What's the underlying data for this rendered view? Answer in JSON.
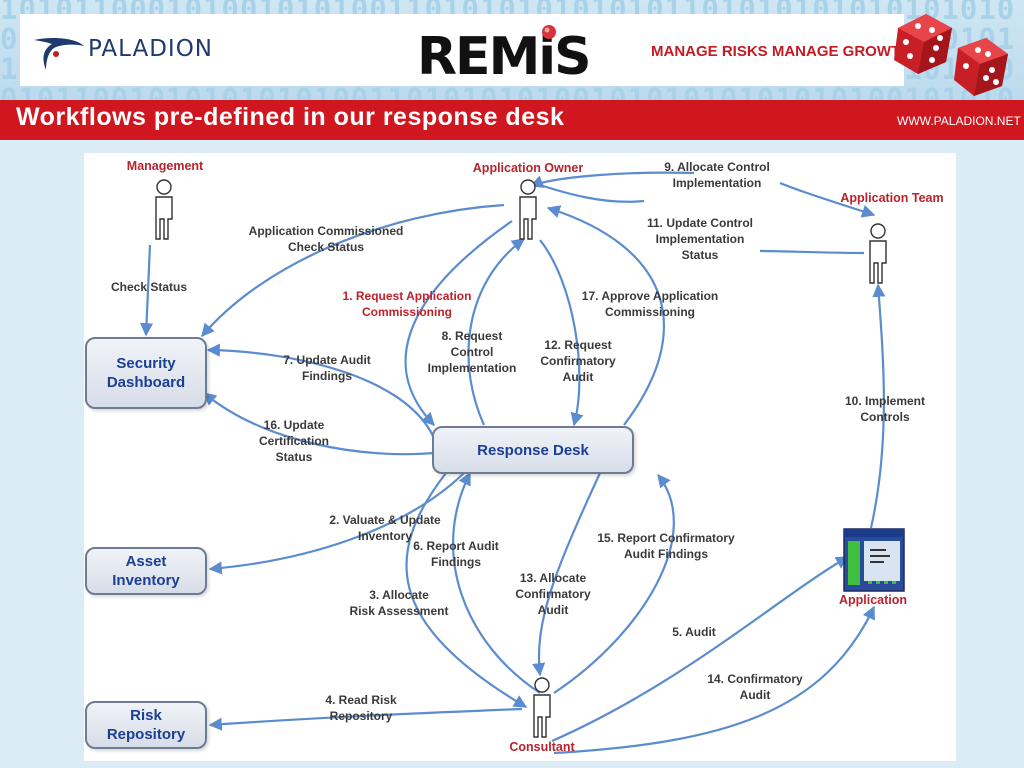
{
  "header": {
    "brand_name": "PALADION",
    "product_logo_text": "REMiS",
    "tagline": "MANAGE RISKS  MANAGE GROWTH",
    "dice_icon": "dice-icon"
  },
  "title_bar": {
    "title": "Workflows pre-defined in our response desk",
    "url": "WWW.PALADION.NET"
  },
  "colors": {
    "title_bar_red": "#d0171f",
    "arrow_blue": "#5b8ccf",
    "box_text_blue": "#1b3f93",
    "actor_label_red": "#b8232e"
  },
  "diagram": {
    "actors": {
      "management": "Management",
      "application_owner": "Application Owner",
      "application_team": "Application Team",
      "consultant": "Consultant",
      "application": "Application"
    },
    "boxes": {
      "security_dashboard": "Security\nDashboard",
      "response_desk": "Response Desk",
      "asset_inventory": "Asset\nInventory",
      "risk_repository": "Risk\nRepository"
    },
    "labels": {
      "check_status": "Check Status",
      "app_commissioned": "Application Commissioned\nCheck Status",
      "step1": "1. Request Application\nCommissioning",
      "step2": "2. Valuate & Update\nInventory",
      "step3": "3. Allocate\nRisk Assessment",
      "step4": "4. Read Risk\nRepository",
      "step5": "5. Audit",
      "step6": "6. Report Audit\nFindings",
      "step7": "7. Update Audit\nFindings",
      "step8": "8. Request\nControl\nImplementation",
      "step9": "9. Allocate Control\nImplementation",
      "step10": "10. Implement\nControls",
      "step11": "11. Update Control\nImplementation\nStatus",
      "step12": "12. Request\nConfirmatory\nAudit",
      "step13": "13. Allocate\nConfirmatory\nAudit",
      "step14": "14. Confirmatory\nAudit",
      "step15": "15. Report Confirmatory\nAudit Findings",
      "step16": "16. Update\nCertification\nStatus",
      "step17": "17. Approve Application\nCommissioning"
    }
  }
}
